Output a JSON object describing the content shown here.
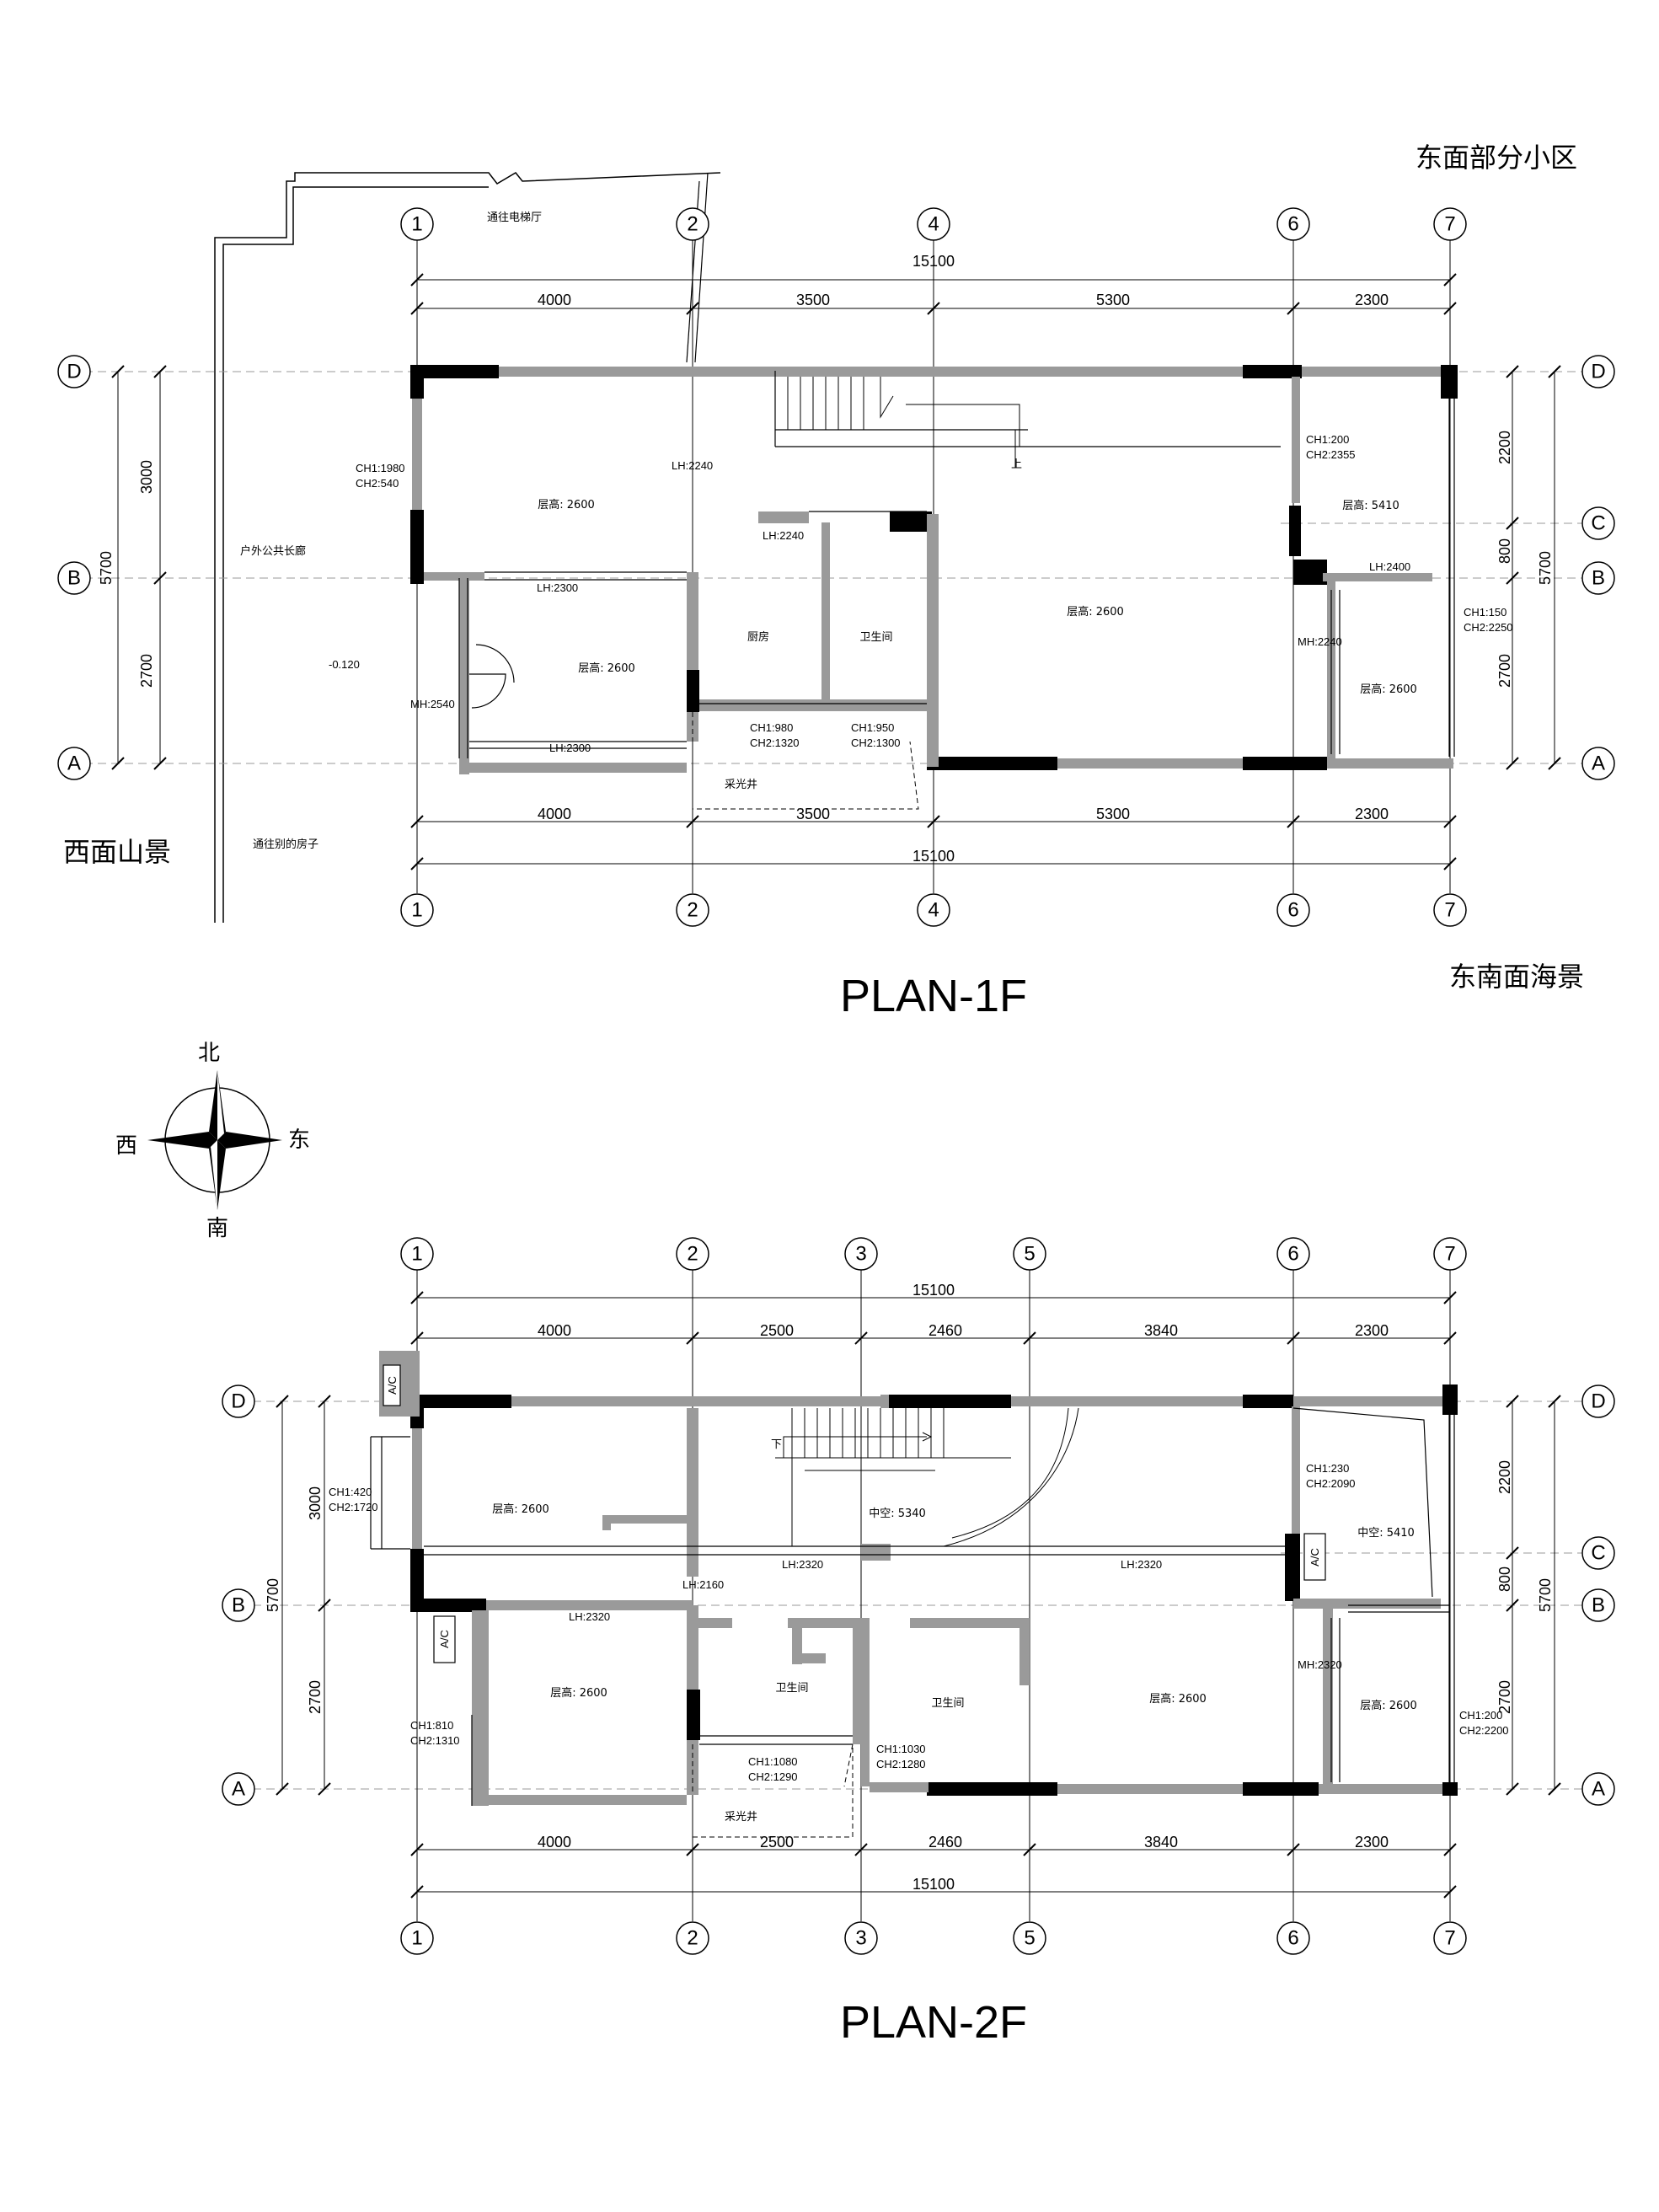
{
  "orientation": {
    "east_community": "东面部分小区",
    "west_mountain": "西面山景",
    "southeast_sea": "东南面海景"
  },
  "compass": {
    "north": "北",
    "south": "南",
    "west": "西",
    "east": "东"
  },
  "plan1": {
    "title": "PLAN-1F",
    "axes": [
      "1",
      "2",
      "4",
      "6",
      "7"
    ],
    "rows": [
      "D",
      "C",
      "B",
      "A"
    ],
    "dims_top": [
      "4000",
      "3500",
      "5300",
      "2300"
    ],
    "dims_bottom": [
      "4000",
      "3500",
      "5300",
      "2300"
    ],
    "total_top": "15100",
    "total_bottom": "15100",
    "left_dims": {
      "total": "5700",
      "upper": "3000",
      "lower": "2700"
    },
    "right_dims": {
      "total": "5700",
      "d_c": "2200",
      "c_b": "800",
      "b_a": "2700"
    },
    "labels": {
      "to_elevator_hall": "通往电梯厅",
      "outdoor_corridor": "户外公共长廊",
      "level": "-0.120",
      "to_other_house": "通往别的房子",
      "light_well": "采光井",
      "kitchen": "厨房",
      "bathroom": "卫生间",
      "up": "上"
    },
    "rooms": {
      "nw_height": "层高: 2600",
      "sw_height": "层高: 2600",
      "center_height": "层高: 2600",
      "ne_height": "层高: 5410",
      "se_height": "层高: 2600"
    },
    "notes": {
      "ch_west_1": "CH1:1980",
      "ch_west_2": "CH2:540",
      "lh2240_top": "LH:2240",
      "lh2240_mid": "LH:2240",
      "lh2300_a": "LH:2300",
      "lh2300_b": "LH:2300",
      "mh2540": "MH:2540",
      "ch_k1": "CH1:980",
      "ch_k2": "CH2:1320",
      "ch_b1": "CH1:950",
      "ch_b2": "CH2:1300",
      "ch_ne1": "CH1:200",
      "ch_ne2": "CH2:2355",
      "lh2400": "LH:2400",
      "mh2240": "MH:2240",
      "ch_e1": "CH1:150",
      "ch_e2": "CH2:2250"
    }
  },
  "plan2": {
    "title": "PLAN-2F",
    "axes": [
      "1",
      "2",
      "3",
      "5",
      "6",
      "7"
    ],
    "rows": [
      "D",
      "C",
      "B",
      "A"
    ],
    "dims_top": [
      "4000",
      "2500",
      "2460",
      "3840",
      "2300"
    ],
    "dims_bottom": [
      "4000",
      "2500",
      "2460",
      "3840",
      "2300"
    ],
    "total_top": "15100",
    "total_bottom": "15100",
    "left_dims": {
      "total": "5700",
      "upper": "3000",
      "lower": "2700"
    },
    "right_dims": {
      "total": "5700",
      "d_c": "2200",
      "c_b": "800",
      "b_a": "2700"
    },
    "labels": {
      "down": "下",
      "light_well": "采光井",
      "bathroom_a": "卫生间",
      "bathroom_b": "卫生间",
      "ac": "A/C"
    },
    "rooms": {
      "nw_height": "层高: 2600",
      "sw_height": "层高: 2600",
      "void_center": "中空: 5340",
      "void_east": "中空: 5410",
      "center_height": "层高: 2600",
      "se_height": "层高: 2600"
    },
    "notes": {
      "ch_w1": "CH1:420",
      "ch_w2": "CH2:1720",
      "lh2320_a": "LH:2320",
      "lh2320_b": "LH:2320",
      "lh2320_c": "LH:2320",
      "lh2160": "LH:2160",
      "ch_sw1": "CH1:810",
      "ch_sw2": "CH2:1310",
      "ch_k1": "CH1:1080",
      "ch_k2": "CH2:1290",
      "ch_b1": "CH1:1030",
      "ch_b2": "CH2:1280",
      "ch_ne1": "CH1:230",
      "ch_ne2": "CH2:2090",
      "mh2320": "MH:2320",
      "ch_e1": "CH1:200",
      "ch_e2": "CH2:2200"
    }
  }
}
